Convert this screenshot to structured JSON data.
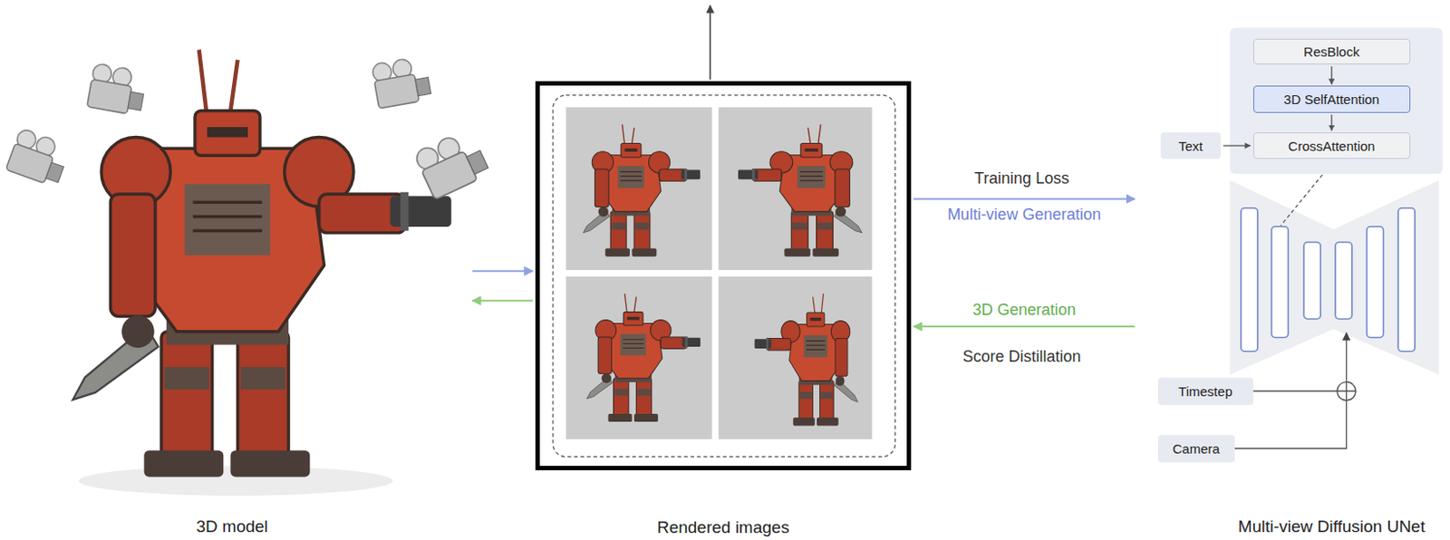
{
  "diagram": {
    "nodes": [
      {
        "text": [
          "3D model"
        ]
      },
      {
        "text": [
          "Rendered images"
        ]
      },
      {
        "text": [
          "Multi-view Diffusion UNet"
        ]
      },
      {
        "text": [
          "ResBlock"
        ],
        "in": 2
      },
      {
        "text": [
          "3D SelfAttention"
        ],
        "in": 2
      },
      {
        "text": [
          "CrossAttention"
        ],
        "in": 2
      },
      {
        "text": [
          "Text"
        ],
        "in": 2
      },
      {
        "text": [
          "Timestep"
        ],
        "in": 2
      },
      {
        "text": [
          "Camera"
        ],
        "in": 2
      }
    ],
    "edges": [
      {
        "from": 0,
        "to": 1,
        "arrow": "to"
      },
      {
        "from": 1,
        "to": 0,
        "arrow": "to"
      },
      {
        "from": 1,
        "to": 2,
        "arrow": "to",
        "label": "Multi-view Generation"
      },
      {
        "from": 2,
        "to": 1,
        "arrow": "to",
        "label": "3D Generation"
      },
      {
        "from": 3,
        "to": 4,
        "arrow": "to"
      },
      {
        "from": 4,
        "to": 5,
        "arrow": "to"
      },
      {
        "from": 6,
        "to": 5,
        "arrow": "to"
      }
    ],
    "labels": [
      "Training Loss",
      "Score Distillation"
    ]
  }
}
